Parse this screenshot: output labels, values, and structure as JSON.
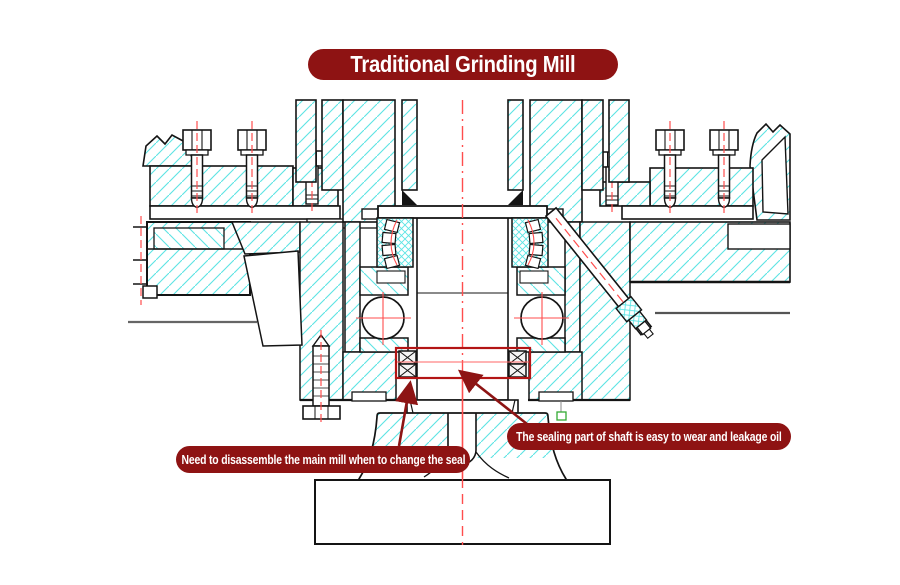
{
  "title": {
    "text": "Traditional Grinding Mill"
  },
  "callouts": {
    "left": {
      "text": "Need to disassemble the main mill when to change the seal"
    },
    "right": {
      "text": "The sealing part of shaft is easy to wear and leakage oil"
    }
  },
  "colors": {
    "banner_red": "#8e1313",
    "callout_red": "#8e1313",
    "arrow_red": "#8d1414",
    "highlight_box_red": "#b31515",
    "centerline_red": "#ff4d4d",
    "hatch_cyan": "#5ce4e4",
    "outline_black": "#141414",
    "green_marker": "#33aa33",
    "background": "#ffffff"
  },
  "drawing": {
    "type": "engineering-cross-section",
    "subject": "grinding mill main shaft bearing and seal assembly"
  }
}
